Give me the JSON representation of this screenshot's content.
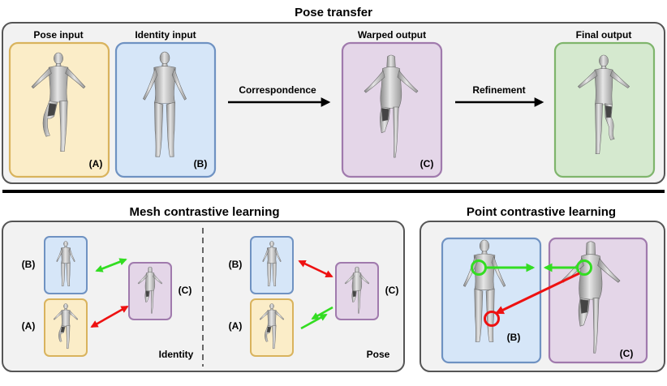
{
  "pose_transfer": {
    "title": "Pose transfer",
    "pose_input": {
      "caption": "Pose input",
      "tag": "(A)"
    },
    "identity_input": {
      "caption": "Identity input",
      "tag": "(B)"
    },
    "warped_output": {
      "caption": "Warped output",
      "tag": "(C)"
    },
    "final_output": {
      "caption": "Final output"
    },
    "arrow_correspondence": "Correspondence",
    "arrow_refinement": "Refinement"
  },
  "mesh_contrastive": {
    "title": "Mesh contrastive learning",
    "identity_panel": {
      "tag_b": "(B)",
      "tag_a": "(A)",
      "tag_c": "(C)",
      "label": "Identity"
    },
    "pose_panel": {
      "tag_b": "(B)",
      "tag_a": "(A)",
      "tag_c": "(C)",
      "label": "Pose"
    }
  },
  "point_contrastive": {
    "title": "Point contrastive learning",
    "tag_b": "(B)",
    "tag_c": "(C)"
  },
  "colors": {
    "pose_fill": "#fbedc8",
    "pose_stroke": "#d9b35d",
    "identity_fill": "#d6e6f8",
    "identity_stroke": "#6f92c2",
    "warped_fill": "#e4d6e8",
    "warped_stroke": "#a07aad",
    "final_fill": "#d5e9cf",
    "final_stroke": "#7fb56c",
    "panel_fill": "#f2f2f2",
    "panel_stroke": "#555555",
    "positive_arrow": "#33dd22",
    "negative_arrow": "#ee1111"
  }
}
